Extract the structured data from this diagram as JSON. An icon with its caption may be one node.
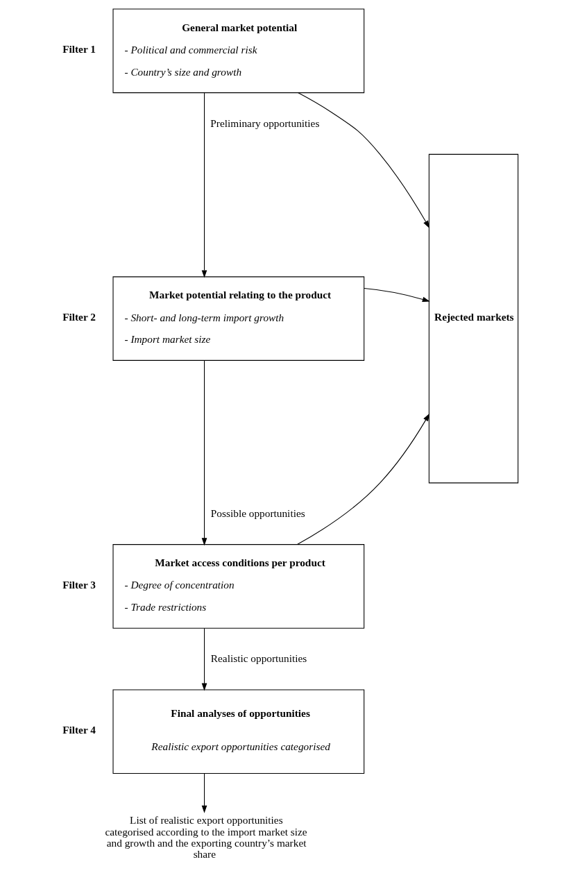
{
  "diagram": {
    "nodes": [
      {
        "text": [
          "General market potential",
          "- Political and commercial risk",
          "- Country’s size and growth"
        ],
        "beside": [
          "Filter 1"
        ]
      },
      {
        "text": [
          "Market potential relating to the product",
          "- Short- and long-term import growth",
          "- Import market size"
        ],
        "beside": [
          "Filter 2"
        ]
      },
      {
        "text": [
          "Market access conditions per product",
          "- Degree of concentration",
          "- Trade restrictions"
        ],
        "beside": [
          "Filter 3"
        ]
      },
      {
        "text": [
          "Final analyses of opportunities",
          "Realistic export opportunities categorised"
        ],
        "beside": [
          "Filter 4"
        ]
      },
      {
        "text": [
          "Rejected markets"
        ]
      },
      {
        "text": [
          "List of realistic export opportunities categorised according to the import market size and growth and the exporting country’s market share"
        ]
      }
    ],
    "edges": [
      {
        "from": 0,
        "to": 1,
        "arrow": "to",
        "label": "Preliminary opportunities"
      },
      {
        "from": 1,
        "to": 2,
        "arrow": "to",
        "label": "Possible opportunities"
      },
      {
        "from": 2,
        "to": 3,
        "arrow": "to",
        "label": "Realistic opportunities"
      },
      {
        "from": 3,
        "to": 5,
        "arrow": "to"
      },
      {
        "from": 0,
        "to": 4,
        "arrow": "to"
      },
      {
        "from": 1,
        "to": 4,
        "arrow": "to"
      },
      {
        "from": 2,
        "to": 4,
        "arrow": "to"
      }
    ]
  }
}
